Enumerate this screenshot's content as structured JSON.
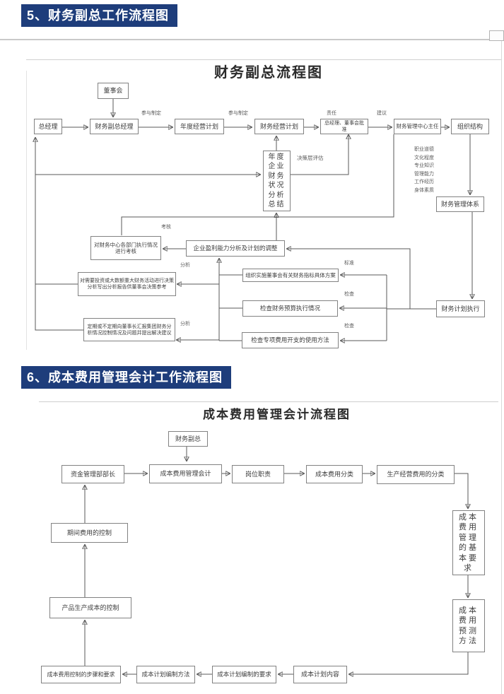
{
  "header1": "5、财务副总工作流程图",
  "header2": "6、成本费用管理会计工作流程图",
  "chart1": {
    "title": "财务副总流程图",
    "nodes": {
      "board": "董事会",
      "gm": "总经理",
      "vp": "财务副总经理",
      "annual_plan": "年度经营计划",
      "fin_plan": "财务经营计划",
      "approval": "总经理、董事会批准",
      "director": "财务管理中心主任",
      "org": "组织结构",
      "system": "财务管理体系",
      "execution": "财务计划执行",
      "summary": "年度企业财务状况分析总结",
      "assess": "对财务中心各部门执行情况进行考核",
      "profit": "企业盈利能力分析及计划的调整",
      "invest": "对需要投资或大数额重大财务活动进行决策分析写出分析报告供董事会决策参考",
      "report": "定期或不定期向董事长汇报集团财务分析情况控制情况及问题并提出解决建议",
      "standards": "组织实施董事会有关财务指标具体方案",
      "budget_check": "检查财务预算执行情况",
      "special_check": "检查专项费用开支的使用方法"
    },
    "labels": {
      "participate1": "参与制定",
      "participate2": "参与制定",
      "duty": "责任",
      "suggest": "建议",
      "evaluate": "决策层评估",
      "assess": "考核",
      "analyze1": "分析",
      "analyze2": "分析",
      "standard": "标准",
      "check1": "检查",
      "check2": "检查"
    },
    "qualifications": [
      "职业道德",
      "文化程度",
      "专业知识",
      "管理能力",
      "工作经历",
      "身体素质"
    ]
  },
  "chart2": {
    "title": "成本费用管理会计流程图",
    "nodes": {
      "vp": "财务副总",
      "fund_head": "资金管理部部长",
      "cost_acct": "成本费用管理会计",
      "duties": "岗位职责",
      "classify": "成本费用分类",
      "prod_classify": "生产经营费用的分类",
      "basic_req": "成本费用管理的基本要求",
      "forecast": "成本费用预测方法",
      "period_ctrl": "期间费用的控制",
      "product_ctrl": "产品生产成本的控制",
      "ctrl_steps": "成本费用控制的步骤和要求",
      "plan_method": "成本计划编制方法",
      "plan_req": "成本计划编制的要求",
      "plan_content": "成本计划内容"
    }
  },
  "colors": {
    "header_bg": "#1e3d7b",
    "line": "#5a5a5a",
    "box_border": "#828282"
  }
}
